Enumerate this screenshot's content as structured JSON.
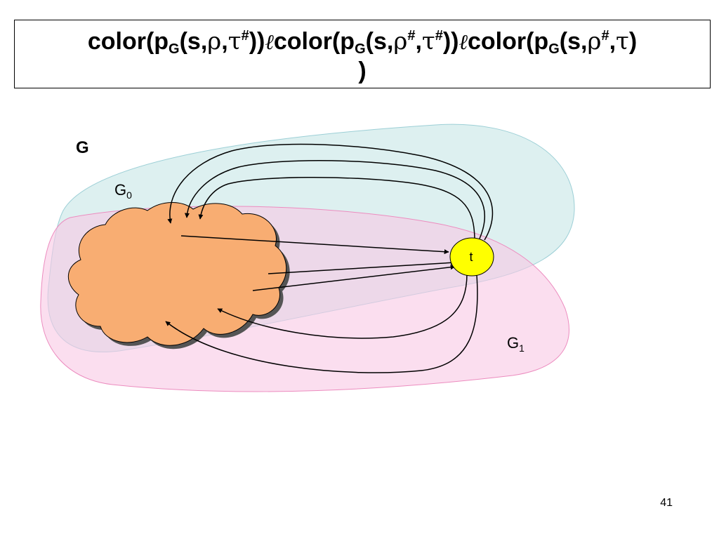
{
  "title": {
    "p1": "color(p",
    "sub1": "G",
    "p2": "(s,",
    "rho1": "ρ",
    "p3": ",",
    "tau1": "τ",
    "sup1": "#",
    "p4": "))",
    "order1": "ℓ",
    "p5": "color(p",
    "sub2": "G",
    "p6": "(s,",
    "rho2": "ρ",
    "sup2": "#",
    "p7": ",",
    "tau2": "τ",
    "sup3": "#",
    "p8": "))",
    "order2": "ℓ",
    "p9": "color(p",
    "sub3": "G",
    "p10": "(s,",
    "rho3": "ρ",
    "sup4": "#",
    "p11": ",",
    "tau3": "τ",
    "p12": ")",
    "line2": ")"
  },
  "diagram": {
    "graph_label": "G",
    "g0_label": "G",
    "g0_sub": "0",
    "g1_label": "G",
    "g1_sub": "1",
    "node_label": "t",
    "colors": {
      "g0_fill": "#cfe9e9",
      "g1_fill": "#f9c8e4",
      "cloud_fill": "#f8ad72",
      "node_fill": "#ffff00"
    }
  },
  "page_number": "41"
}
